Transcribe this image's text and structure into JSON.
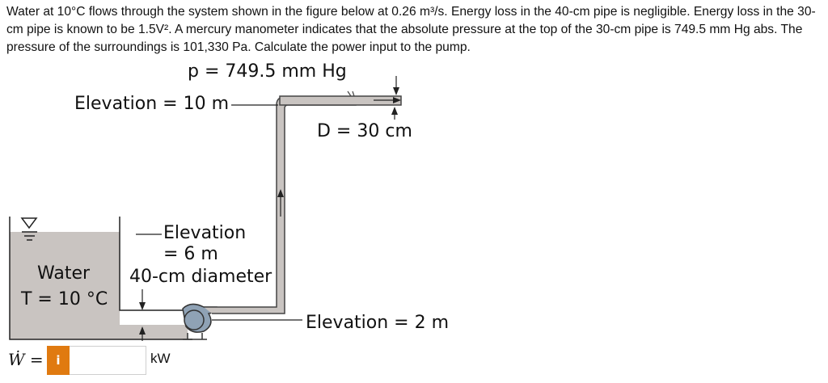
{
  "problem": {
    "text": "Water at 10°C flows through the system shown in the figure below at 0.26 m³/s. Energy loss in the 40-cm pipe is negligible. Energy loss in the 30-cm pipe is known to be 1.5V². A mercury manometer indicates that the absolute pressure at the top of the 30-cm pipe is 749.5 mm Hg abs. The pressure of the surroundings is 101,330 Pa. Calculate the power input to the pump."
  },
  "figure": {
    "pressure_label": "p = 749.5 mm Hg",
    "elevation_top": "Elevation = 10 m",
    "diameter_30": "D = 30 cm",
    "elevation_6_line1": "Elevation",
    "elevation_6_line2": "= 6 m",
    "diameter_40": "40-cm diameter",
    "water_label": "Water",
    "temp_label": "T = 10 °C",
    "elevation_pump": "Elevation = 2 m"
  },
  "answer": {
    "symbol": "Ẇ =",
    "info_icon": "i",
    "value": "",
    "unit": "kW"
  }
}
